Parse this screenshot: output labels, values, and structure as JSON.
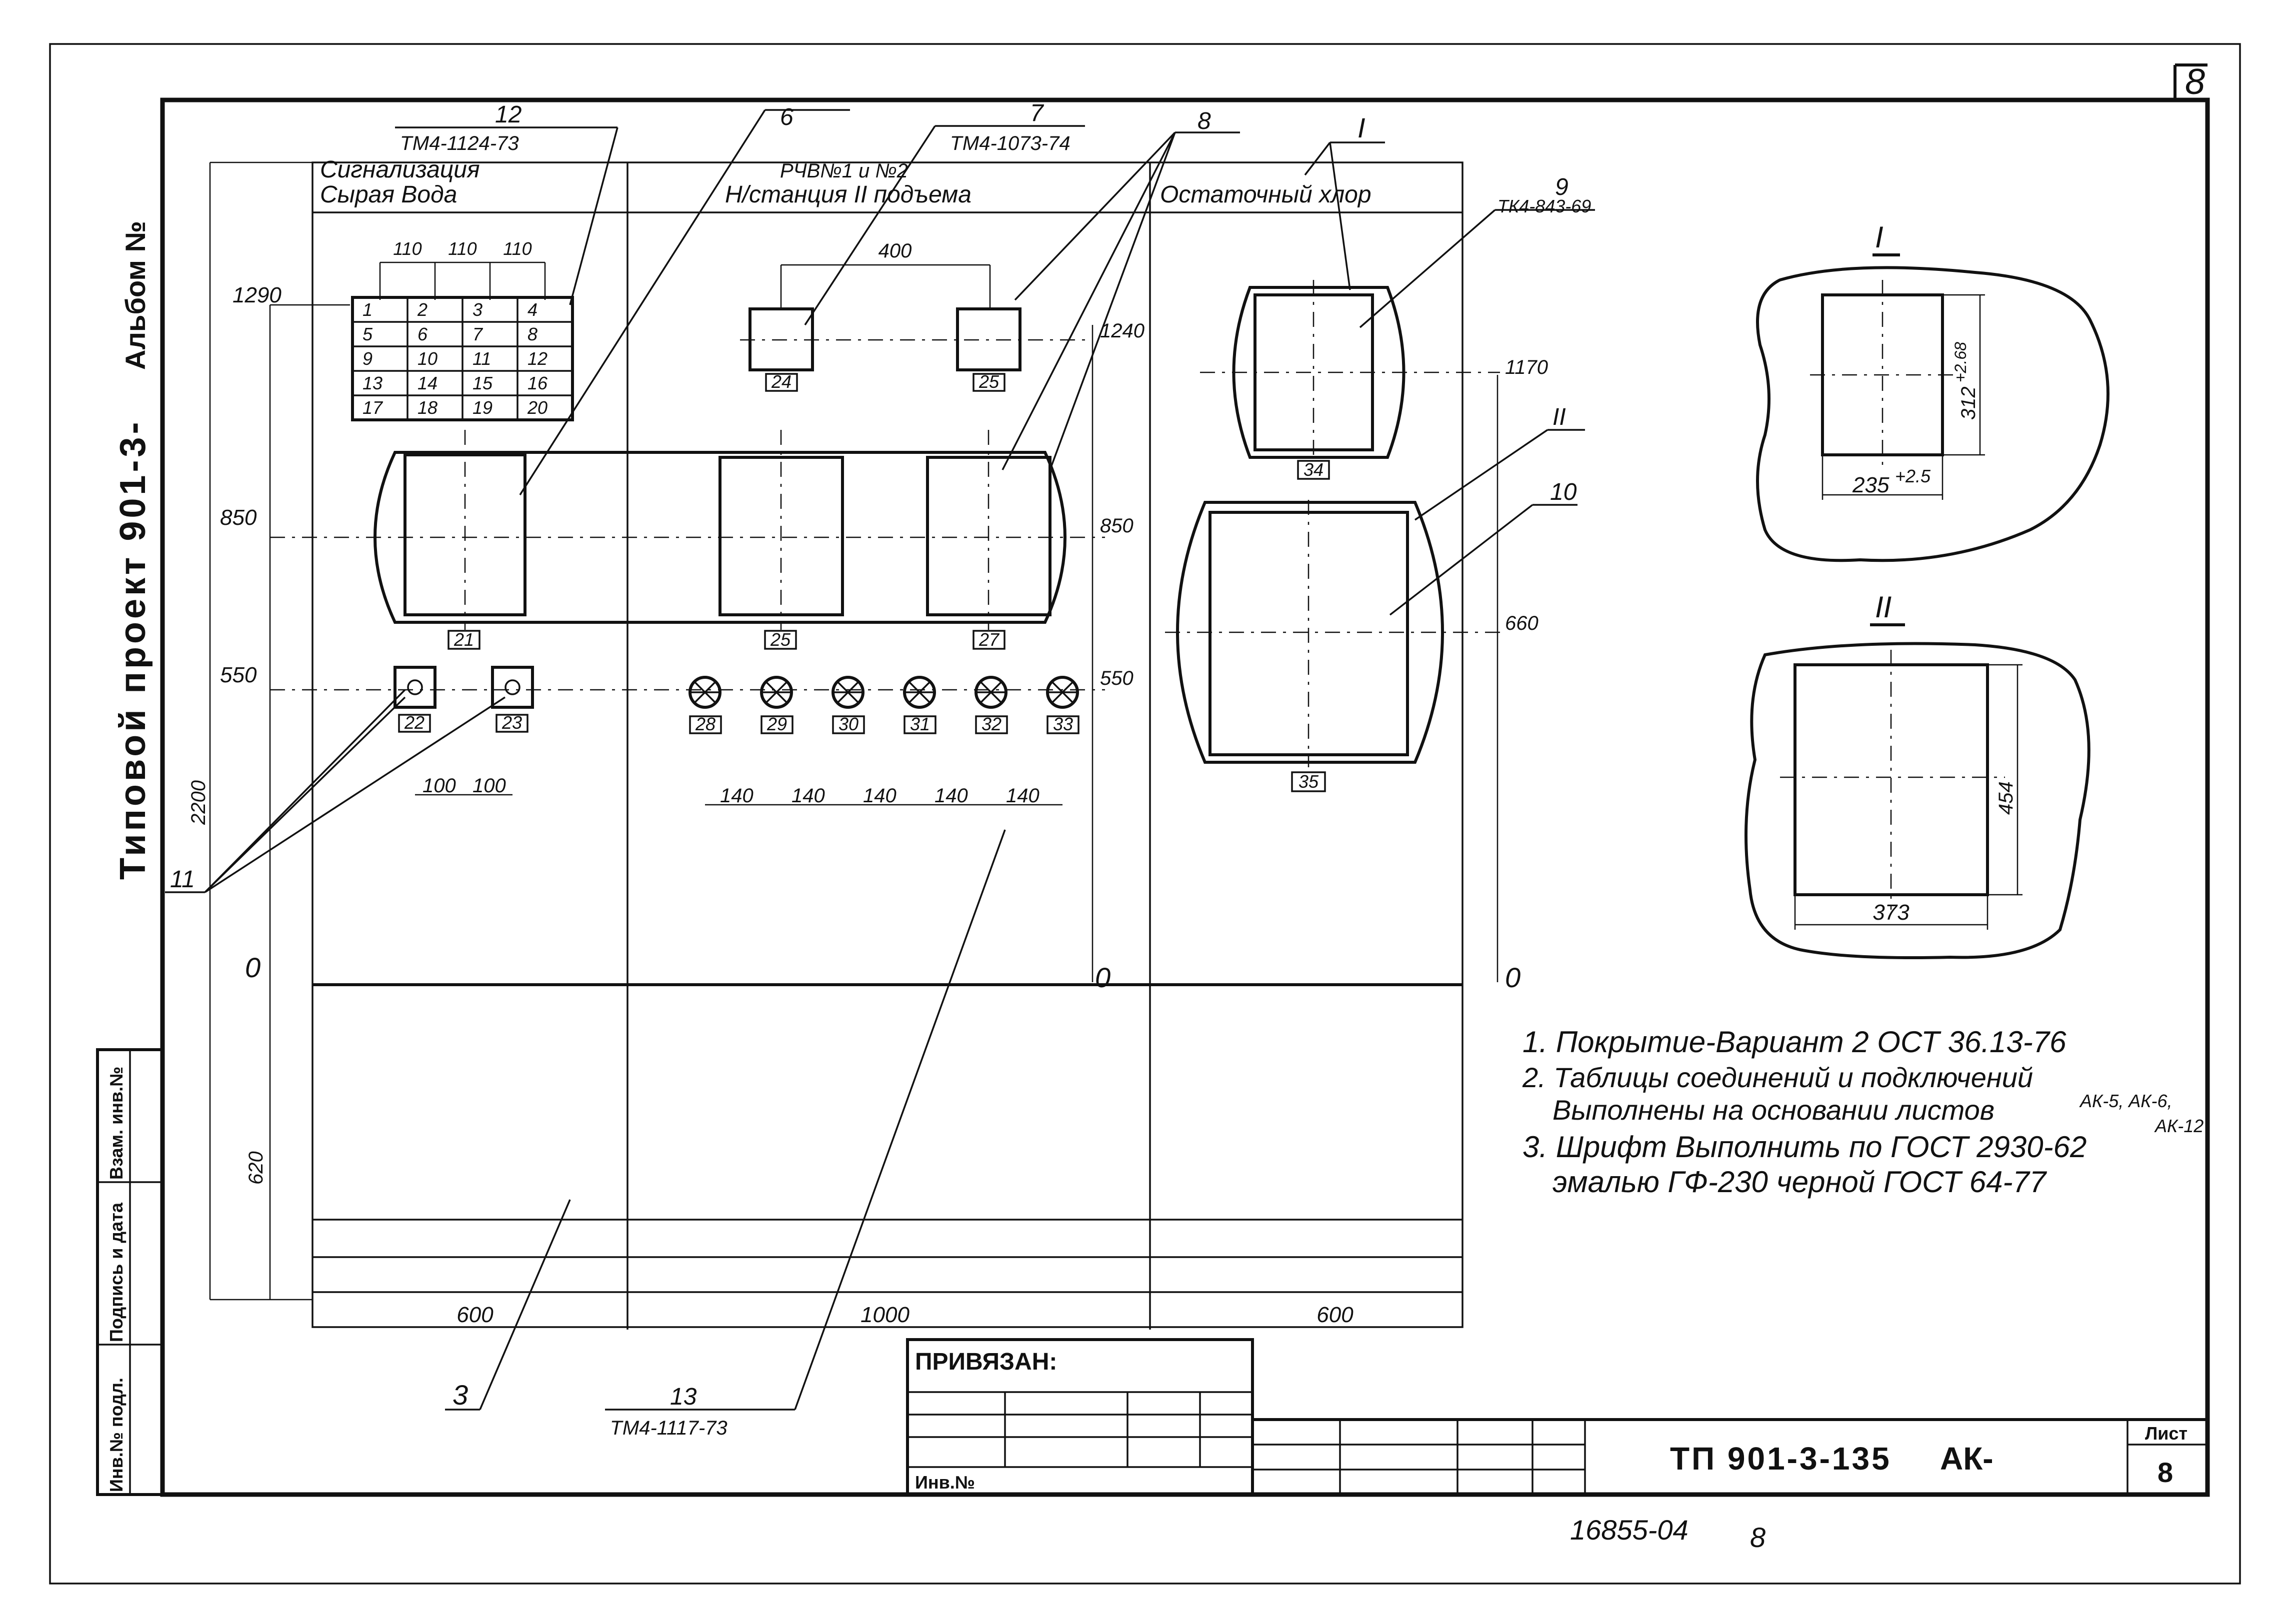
{
  "sheet": {
    "sheet_number_corner": "8",
    "album_label": "Типовой проект 901-3-",
    "album_suffix": "Альбом №",
    "side_stamp": [
      "Инв.№ подл.",
      "Подпись и дата",
      "Взам. инв.№"
    ]
  },
  "panel": {
    "sections": [
      {
        "title_line1": "Сигнализация",
        "title_line2": "Сырая Вода"
      },
      {
        "title_line1": "РЧВ№1 и №2",
        "title_line2": "Н/станция II подъема"
      },
      {
        "title_line1": "Остаточный хлор",
        "title_line2": ""
      }
    ],
    "widths": [
      "600",
      "1000",
      "600"
    ],
    "heights": {
      "total": "2200",
      "base": "620",
      "zero_left": "0",
      "zero_mid": "0",
      "zero_right": "0",
      "lvl_1290": "1290",
      "lvl_850_left": "850",
      "lvl_550_left": "550",
      "lvl_1240": "1240",
      "lvl_850_mid": "850",
      "lvl_550_mid": "550",
      "lvl_1170": "1170",
      "lvl_660": "660"
    },
    "annunciator_dims": [
      "110",
      "110",
      "110"
    ],
    "annunciator_cells": [
      "1",
      "2",
      "3",
      "4",
      "5",
      "6",
      "7",
      "8",
      "9",
      "10",
      "11",
      "12",
      "13",
      "14",
      "15",
      "16",
      "17",
      "18",
      "19",
      "20"
    ],
    "spacing_400": "400",
    "spacing_100": [
      "100",
      "100"
    ],
    "spacing_140": [
      "140",
      "140",
      "140",
      "140",
      "140"
    ],
    "device_tags": {
      "d21": "21",
      "d22": "22",
      "d23": "23",
      "d24": "24",
      "d25a": "25",
      "d25b": "25",
      "d27": "27",
      "d28": "28",
      "d29": "29",
      "d30": "30",
      "d31": "31",
      "d32": "32",
      "d33": "33",
      "d34": "34",
      "d35": "35"
    },
    "callouts": {
      "c12": "12",
      "c12_ref": "ТМ4-1124-73",
      "c7": "7",
      "c7_ref": "ТМ4-1073-74",
      "c6": "6",
      "c8": "8",
      "cI": "I",
      "c9": "9",
      "c9_ref": "ТК4-843-69",
      "cII": "II",
      "c10": "10",
      "c11": "11",
      "c3": "3",
      "c13": "13",
      "c13_ref": "ТМ4-1117-73"
    }
  },
  "details": {
    "detail_I": {
      "title": "I",
      "width": "235",
      "width_tol": "+2.5",
      "height": "312",
      "height_tol": "+2.68"
    },
    "detail_II": {
      "title": "II",
      "width": "373",
      "height": "454"
    }
  },
  "notes": [
    "1. Покрытие-Вариант 2 ОСТ 36.13-76",
    "2. Таблицы соединений и подключений",
    "Выполнены на основании листов",
    "АК-5, АК-6,",
    "АК-12",
    "3. Шрифт Выполнить по ГОСТ 2930-62",
    "эмалью ГФ-230 черной ГОСТ 64-77"
  ],
  "title_block": {
    "attached_label": "ПРИВЯЗАН:",
    "inv_label": "Инв.№",
    "doc_code": "ТП 901-3-135",
    "doc_suffix": "АК-",
    "sheet_label": "Лист",
    "sheet_value": "8"
  },
  "footer": {
    "archive_number": "16855-04",
    "archive_sheet": "8"
  }
}
